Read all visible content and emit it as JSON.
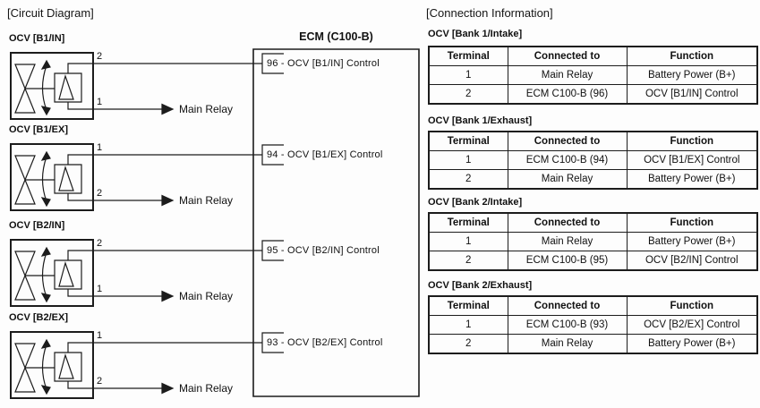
{
  "circuit": {
    "section_title": "[Circuit Diagram]",
    "ecm": {
      "title": "ECM (C100-B)",
      "pins": [
        {
          "label": "96 - OCV [B1/IN] Control"
        },
        {
          "label": "94 - OCV [B1/EX] Control"
        },
        {
          "label": "95 - OCV [B2/IN] Control"
        },
        {
          "label": "93 - OCV [B2/EX] Control"
        }
      ]
    },
    "valves": [
      {
        "label": "OCV [B1/IN]",
        "top_terminal": "2",
        "bottom_terminal": "1",
        "relay_label": "Main Relay"
      },
      {
        "label": "OCV [B1/EX]",
        "top_terminal": "1",
        "bottom_terminal": "2",
        "relay_label": "Main Relay"
      },
      {
        "label": "OCV [B2/IN]",
        "top_terminal": "2",
        "bottom_terminal": "1",
        "relay_label": "Main Relay"
      },
      {
        "label": "OCV [B2/EX]",
        "top_terminal": "1",
        "bottom_terminal": "2",
        "relay_label": "Main Relay"
      }
    ]
  },
  "connection_info": {
    "section_title": "[Connection Information]",
    "tables": [
      {
        "title": "OCV [Bank 1/Intake]",
        "headers": [
          "Terminal",
          "Connected to",
          "Function"
        ],
        "rows": [
          [
            "1",
            "Main Relay",
            "Battery Power (B+)"
          ],
          [
            "2",
            "ECM C100-B (96)",
            "OCV [B1/IN] Control"
          ]
        ]
      },
      {
        "title": "OCV [Bank 1/Exhaust]",
        "headers": [
          "Terminal",
          "Connected to",
          "Function"
        ],
        "rows": [
          [
            "1",
            "ECM C100-B (94)",
            "OCV [B1/EX] Control"
          ],
          [
            "2",
            "Main Relay",
            "Battery Power (B+)"
          ]
        ]
      },
      {
        "title": "OCV [Bank 2/Intake]",
        "headers": [
          "Terminal",
          "Connected to",
          "Function"
        ],
        "rows": [
          [
            "1",
            "Main Relay",
            "Battery Power (B+)"
          ],
          [
            "2",
            "ECM C100-B (95)",
            "OCV [B2/IN] Control"
          ]
        ]
      },
      {
        "title": "OCV [Bank 2/Exhaust]",
        "headers": [
          "Terminal",
          "Connected to",
          "Function"
        ],
        "rows": [
          [
            "1",
            "ECM C100-B (93)",
            "OCV [B2/EX] Control"
          ],
          [
            "2",
            "Main Relay",
            "Battery Power (B+)"
          ]
        ]
      }
    ]
  }
}
